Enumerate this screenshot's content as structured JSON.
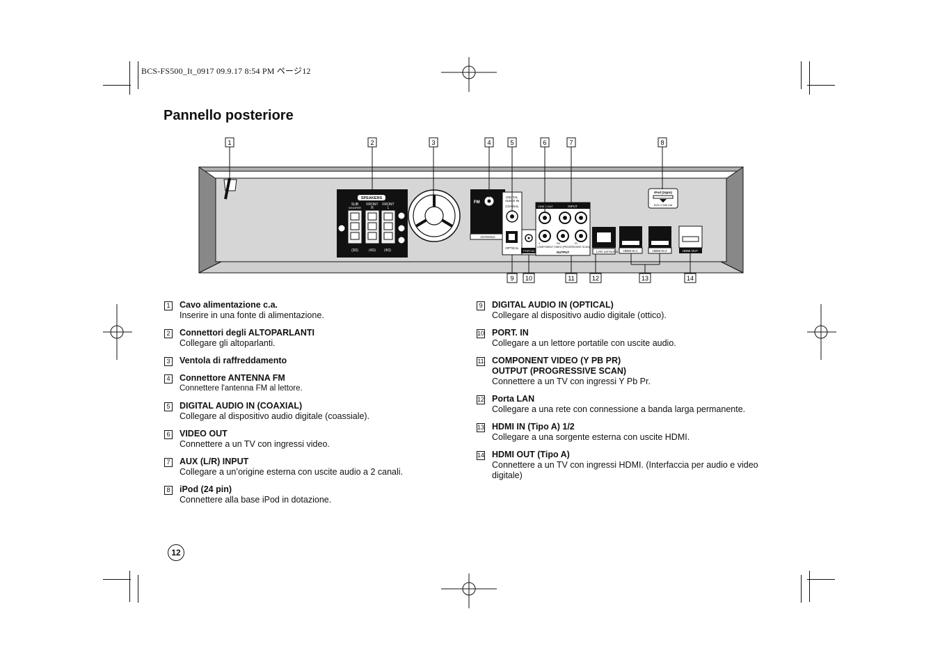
{
  "header": {
    "line": "BCS-FS500_It_0917  09.9.17  8:54 PM     ページ12"
  },
  "title": "Pannello posteriore",
  "page_number": "12",
  "diagram": {
    "callouts_top": [
      "1",
      "2",
      "3",
      "4",
      "5",
      "6",
      "7",
      "8"
    ],
    "callouts_bottom": [
      "9",
      "10",
      "11",
      "12",
      "13",
      "14"
    ],
    "labels": {
      "speakers": "SPEAKERS",
      "sub": "SUB",
      "woofer": "WOOFER",
      "front_r": "FRONT",
      "front_r_side": "R",
      "front_l": "FRONT",
      "front_l_side": "L",
      "ohm_sub": "(3Ω)",
      "ohm_r": "(4Ω)",
      "ohm_l": "(4Ω)",
      "fm": "FM",
      "antenna": "ANTENNA",
      "digital": "DIGITAL",
      "audio_in": "AUDIO IN",
      "coaxial": "COAXIAL",
      "optical": "OPTICAL",
      "port_in": "PORT.IN",
      "video_out": "VIDEO OUT",
      "input": "INPUT",
      "y": "Y",
      "pb": "Pb",
      "pr": "Pr",
      "component": "COMPONENT VIDEO (PROGRESSIVE SCAN)",
      "output": "OUTPUT",
      "lan": "LAN",
      "lan_sub": "(NETWORK)",
      "hdmi_in_1": "HDMI IN 1",
      "hdmi_in_2": "HDMI IN 2",
      "hdmi_out": "HDMI OUT",
      "ipod": "iPod (24pin)",
      "dc": "DC5 V 500 mA"
    }
  },
  "items_left": [
    {
      "num": "1",
      "title": "Cavo alimentazione c.a.",
      "desc": "Inserire in una fonte di alimentazione."
    },
    {
      "num": "2",
      "title": "Connettori degli ALTOPARLANTI",
      "desc": "Collegare gli altoparlanti."
    },
    {
      "num": "3",
      "title": "Ventola di raffreddamento",
      "desc": ""
    },
    {
      "num": "4",
      "title": "Connettore ANTENNA FM",
      "desc": "Connettere l'antenna FM al lettore."
    },
    {
      "num": "5",
      "title": "DIGITAL AUDIO IN (COAXIAL)",
      "desc": "Collegare al dispositivo audio digitale (coassiale)."
    },
    {
      "num": "6",
      "title": "VIDEO OUT",
      "desc": "Connettere a un TV con ingressi video."
    },
    {
      "num": "7",
      "title": "AUX (L/R) INPUT",
      "desc": "Collegare a un’origine esterna con uscite audio a 2 canali."
    },
    {
      "num": "8",
      "title": "iPod (24 pin)",
      "desc": "Connettere alla base iPod in dotazione."
    }
  ],
  "items_right": [
    {
      "num": "9",
      "title": "DIGITAL AUDIO IN (OPTICAL)",
      "title2": "",
      "desc": "Collegare al dispositivo audio digitale (ottico)."
    },
    {
      "num": "10",
      "title": "PORT. IN",
      "title2": "",
      "desc": "Collegare a un lettore portatile con uscite audio."
    },
    {
      "num": "11",
      "title": "COMPONENT VIDEO (Y PB PR)",
      "title2": "OUTPUT (PROGRESSIVE SCAN)",
      "desc": "Connettere a un TV con ingressi Y Pb Pr."
    },
    {
      "num": "12",
      "title": "Porta LAN",
      "title2": "",
      "desc": "Collegare a una rete con connessione a banda larga permanente."
    },
    {
      "num": "13",
      "title": "HDMI IN (Tipo A) 1/2",
      "title2": "",
      "desc": "Collegare a una sorgente esterna con uscite HDMI."
    },
    {
      "num": "14",
      "title": "HDMI OUT (Tipo A)",
      "title2": "",
      "desc": "Connettere a un TV con ingressi HDMI. (Interfaccia per audio e video digitale)"
    }
  ]
}
